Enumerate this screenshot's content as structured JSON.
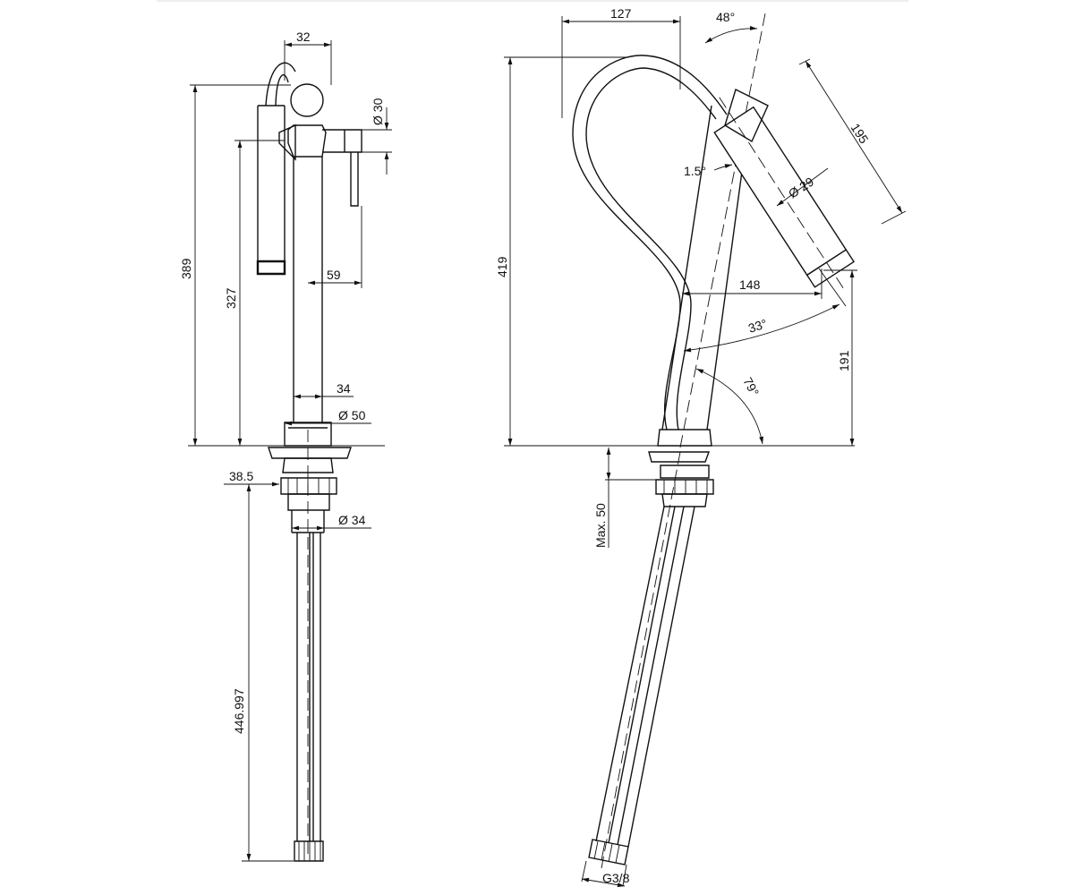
{
  "dimensions": {
    "front": {
      "handle_offset": "32",
      "lever_diameter": "Ø 30",
      "total_height": "389",
      "spout_height": "327",
      "lever_reach": "59",
      "body_width": "34",
      "base_diameter": "Ø 50",
      "base_thickness": "38.5",
      "shank_diameter": "Ø 34",
      "hose_length": "446.997"
    },
    "side": {
      "spout_reach_top": "127",
      "spout_angle": "48°",
      "head_length": "195",
      "head_diameter": "Ø 29",
      "tilt_angle": "1.5°",
      "height": "419",
      "spout_reach": "148",
      "swing_angle": "33°",
      "body_angle": "79°",
      "outlet_height": "191",
      "max_deck": "Max. 50",
      "connection": "G3/8"
    }
  }
}
